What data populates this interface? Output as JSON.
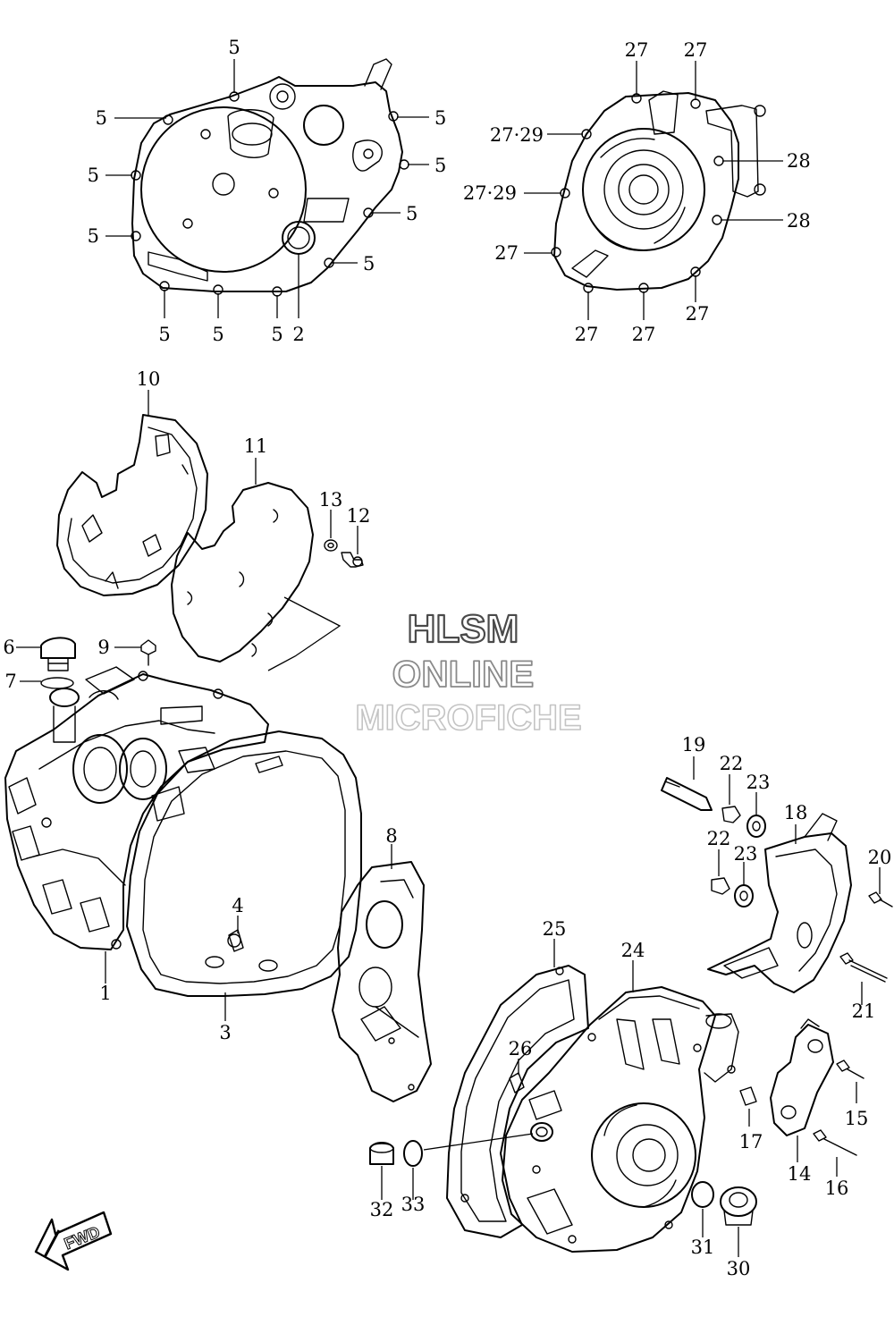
{
  "callouts": {
    "c1": "1",
    "c2": "2",
    "c3": "3",
    "c4": "4",
    "c5": "5",
    "c6": "6",
    "c7": "7",
    "c8": "8",
    "c9": "9",
    "c10": "10",
    "c11": "11",
    "c12": "12",
    "c13": "13",
    "c14": "14",
    "c15": "15",
    "c16": "16",
    "c17": "17",
    "c18": "18",
    "c19": "19",
    "c20": "20",
    "c21": "21",
    "c22": "22",
    "c23": "23",
    "c24": "24",
    "c25": "25",
    "c26": "26",
    "c27": "27",
    "c28": "28",
    "c2729": "27·29",
    "c30": "30",
    "c31": "31",
    "c32": "32",
    "c33": "33"
  },
  "watermark": {
    "line1": "HLSM",
    "line2": "ONLINE",
    "line3": "MICROFICHE"
  },
  "fwd_label": "FWD"
}
